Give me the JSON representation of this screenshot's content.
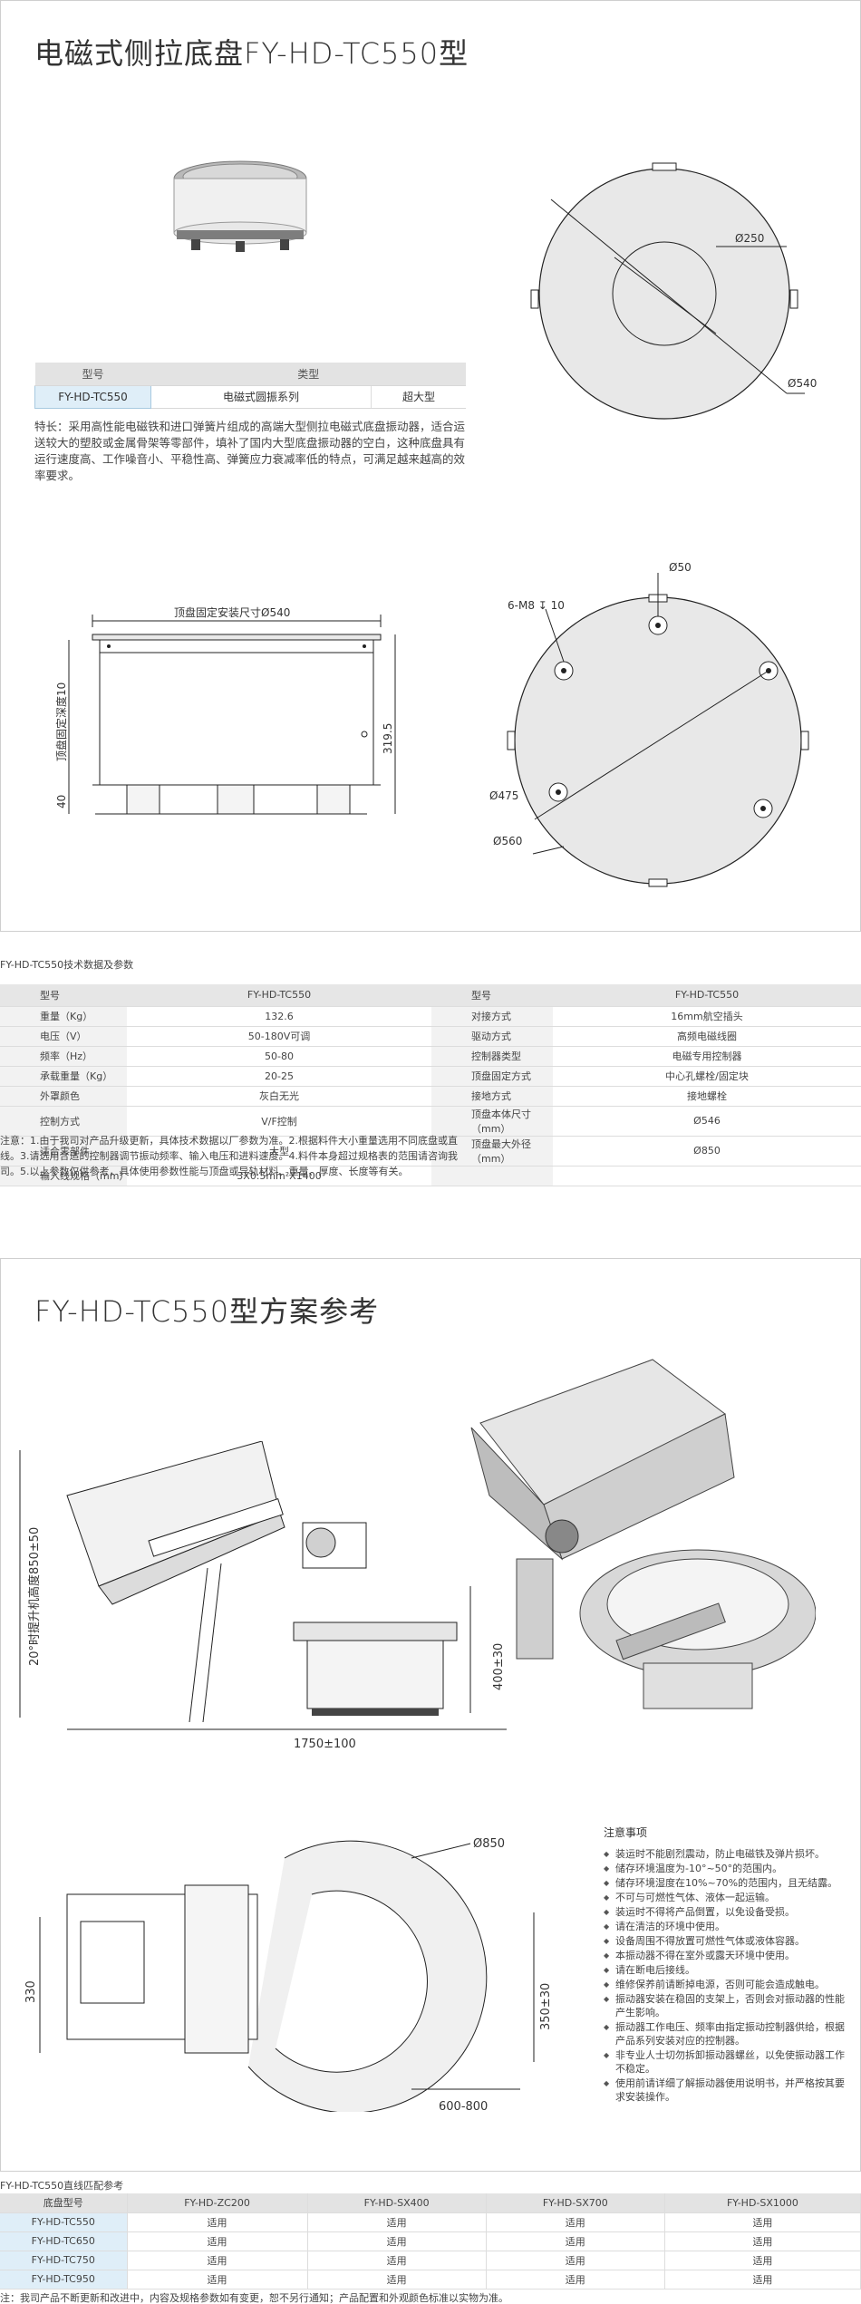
{
  "section1": {
    "title": "电磁式侧拉底盘FY-HD-TC550型",
    "top_view_dims": {
      "inner": "Ø250",
      "outer": "Ø540"
    },
    "type_table": {
      "col_model": "型号",
      "col_type": "类型",
      "model": "FY-HD-TC550",
      "series": "电磁式圆振系列",
      "size": "超大型"
    },
    "features": "特长：采用高性能电磁铁和进口弹簧片组成的高端大型侧拉电磁式底盘振动器，适合运送较大的塑胶或金属骨架等零部件，填补了国内大型底盘振动器的空白，这种底盘具有运行速度高、工作噪音小、平稳性高、弹簧应力衰减率低的特点，可满足越来越高的效率要求。",
    "side_view_dims": {
      "top_width": "顶盘固定安装尺寸Ø540",
      "depth": "顶盘固定深度10",
      "height": "319.5",
      "base": "40"
    },
    "bottom_view_dims": {
      "holes": "6-M8 ↧ 10",
      "center": "Ø50",
      "pcd": "Ø475",
      "outer": "Ø560"
    }
  },
  "spec": {
    "caption": "FY-HD-TC550技术数据及参数",
    "left_header": [
      "型号",
      "FY-HD-TC550"
    ],
    "right_header": [
      "型号",
      "FY-HD-TC550"
    ],
    "left_rows": [
      [
        "重量（Kg）",
        "132.6"
      ],
      [
        "电压（V）",
        "50-180V可调"
      ],
      [
        "频率（Hz）",
        "50-80"
      ],
      [
        "承载重量（Kg）",
        "20-25"
      ],
      [
        "外罩颜色",
        "灰白无光"
      ],
      [
        "控制方式",
        "V/F控制"
      ],
      [
        "适合零部件",
        "大型"
      ],
      [
        "输入线规格（mm）",
        "3X0.5mm²X1400"
      ]
    ],
    "right_rows": [
      [
        "对接方式",
        "16mm航空插头"
      ],
      [
        "驱动方式",
        "高频电磁线圈"
      ],
      [
        "控制器类型",
        "电磁专用控制器"
      ],
      [
        "顶盘固定方式",
        "中心孔螺栓/固定块"
      ],
      [
        "接地方式",
        "接地螺栓"
      ],
      [
        "顶盘本体尺寸（mm）",
        "Ø546"
      ],
      [
        "顶盘最大外径（mm）",
        "Ø850"
      ],
      [
        "",
        ""
      ]
    ],
    "notes": "注意：1.由于我司对产品升级更新，具体技术数据以厂参数为准。2.根据料件大小重量选用不同底盘或直线。3.请选用合适的控制器调节振动频率、输入电压和进料速度。4.料件本身超过规格表的范围请咨询我司。5.以上参数仅供参考，具体使用参数性能与顶盘或导轨材料、重量、厚度、长度等有关。"
  },
  "section2": {
    "title": "FY-HD-TC550型方案参考",
    "front_dims": {
      "height": "20°时提升机高度850±50",
      "width": "1750±100",
      "bowl_height": "400±30"
    },
    "top_dims": {
      "bowl": "Ø850",
      "depth": "330",
      "offset": "350±30",
      "rail": "600-800"
    },
    "attention": {
      "title": "注意事项",
      "items": [
        "装运时不能剧烈震动，防止电磁铁及弹片损坏。",
        "储存环境温度为-10°~50°的范围内。",
        "储存环境湿度在10%~70%的范围内，且无结露。",
        "不可与可燃性气体、液体一起运输。",
        "装运时不得将产品倒置，以免设备受损。",
        "请在清洁的环境中使用。",
        "设备周围不得放置可燃性气体或液体容器。",
        "本振动器不得在室外或露天环境中使用。",
        "请在断电后接线。",
        "维修保养前请断掉电源，否则可能会造成触电。",
        "振动器安装在稳固的支架上，否则会对振动器的性能产生影响。",
        "振动器工作电压、频率由指定振动控制器供给，根据产品系列安装对应的控制器。",
        "非专业人士切勿拆卸振动器螺丝，以免使振动器工作不稳定。",
        "使用前请详细了解振动器使用说明书，并严格按其要求安装操作。"
      ]
    }
  },
  "match": {
    "caption": "FY-HD-TC550直线匹配参考",
    "headers": [
      "底盘型号",
      "FY-HD-ZC200",
      "FY-HD-SX400",
      "FY-HD-SX700",
      "FY-HD-SX1000"
    ],
    "rows": [
      [
        "FY-HD-TC550",
        "适用",
        "适用",
        "适用",
        "适用"
      ],
      [
        "FY-HD-TC650",
        "适用",
        "适用",
        "适用",
        "适用"
      ],
      [
        "FY-HD-TC750",
        "适用",
        "适用",
        "适用",
        "适用"
      ],
      [
        "FY-HD-TC950",
        "适用",
        "适用",
        "适用",
        "适用"
      ]
    ],
    "footnote": "注：我司产品不断更新和改进中，内容及规格参数如有变更，恕不另行通知；产品配置和外观颜色标准以实物为准。"
  }
}
